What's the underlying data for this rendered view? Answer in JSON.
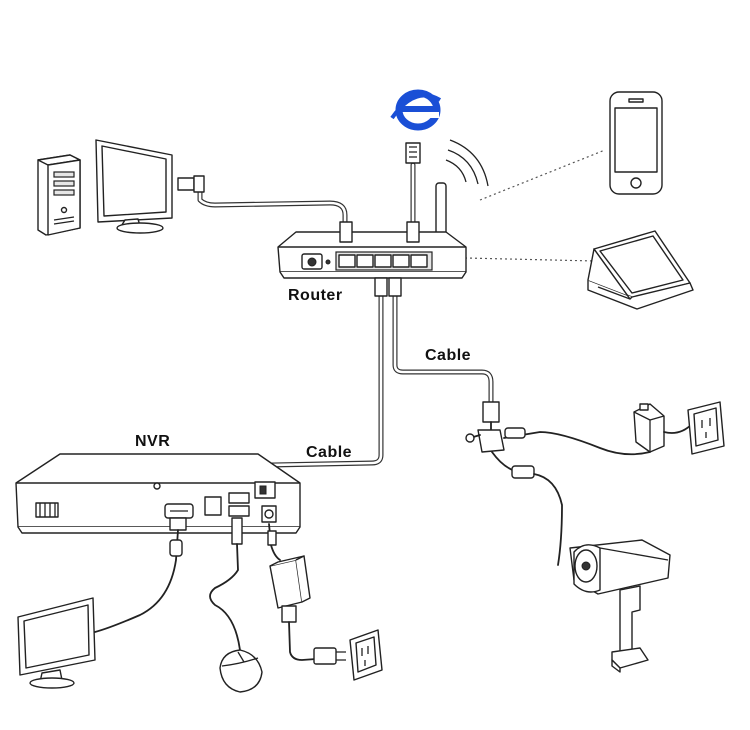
{
  "labels": {
    "router": "Router",
    "nvr": "NVR",
    "cable_router_camera": "Cable",
    "cable_router_nvr": "Cable"
  },
  "icons": {
    "internet": "internet-explorer-icon",
    "desktop": "desktop-pc-icon",
    "monitor_top": "monitor-icon",
    "phone": "smartphone-icon",
    "laptop": "laptop-icon",
    "router": "router-icon",
    "nvr": "nvr-recorder-icon",
    "camera": "bullet-camera-icon",
    "monitor_bottom": "monitor-icon",
    "mouse": "mouse-icon",
    "power_adapter": "power-adapter-icon",
    "wall_socket": "wall-socket-icon"
  },
  "colors": {
    "internet_icon": "#1a4fd6",
    "line_art": "#222222",
    "background": "#ffffff"
  }
}
